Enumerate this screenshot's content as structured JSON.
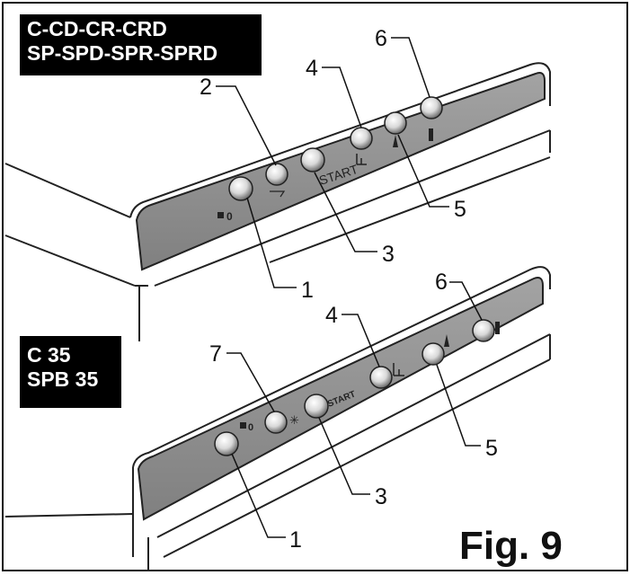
{
  "figure": {
    "caption": "Fig. 9",
    "panels": [
      {
        "models": [
          "C-CD-CR-CRD",
          "SP-SPD-SPR-SPRD"
        ],
        "panel_labels": {
          "zero_mark": "0",
          "start": "START"
        },
        "callouts": [
          "1",
          "2",
          "3",
          "4",
          "5",
          "6"
        ]
      },
      {
        "models": [
          "C 35",
          "SPB 35"
        ],
        "panel_labels": {
          "zero_mark": "0",
          "start": "START"
        },
        "callouts": [
          "1",
          "3",
          "4",
          "5",
          "6",
          "7"
        ]
      }
    ]
  },
  "colors": {
    "panel_fill": "#8e8e8e",
    "label_box": "#000000",
    "line": "#111111"
  }
}
